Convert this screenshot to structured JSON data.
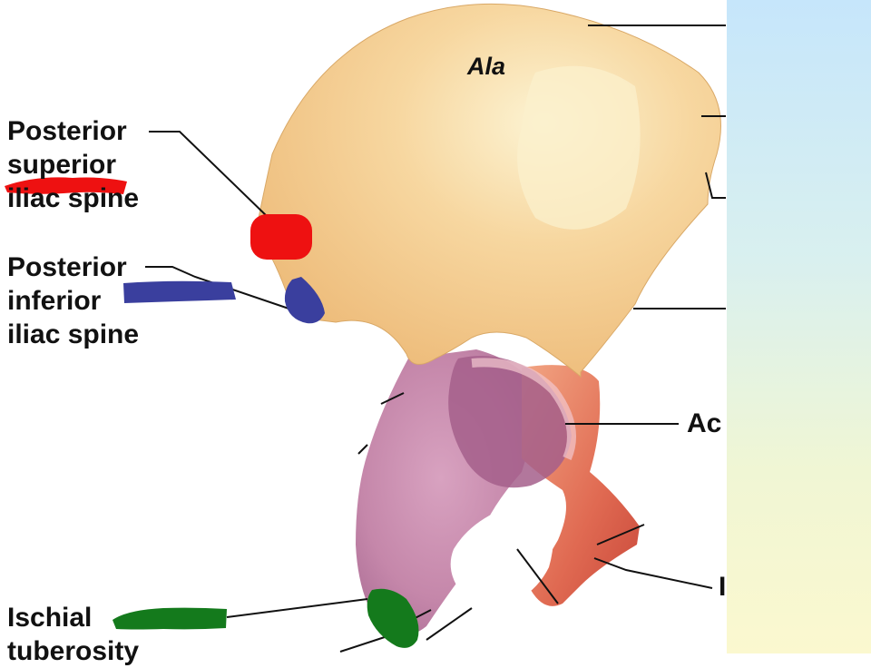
{
  "labels": {
    "ala": "Ala",
    "psis": [
      "Posterior",
      "superior",
      "iliac spine"
    ],
    "piis": [
      "Posterior",
      "inferior",
      "iliac spine"
    ],
    "ischial": [
      "Ischial",
      "tuberosity"
    ],
    "acetabulum_partial": "Ac",
    "right_partial": "I"
  },
  "colors": {
    "ilium": "#f7cf95",
    "ilium_highlight": "#fbf0cc",
    "ischium": "#c98aae",
    "pubis": "#e0735a",
    "marker_psis": "#ee1111",
    "marker_piis": "#3a3f9e",
    "marker_ischial": "#147a1c",
    "side_panel_top": "#c6e6fb",
    "side_panel_bottom": "#fbf8cf"
  }
}
